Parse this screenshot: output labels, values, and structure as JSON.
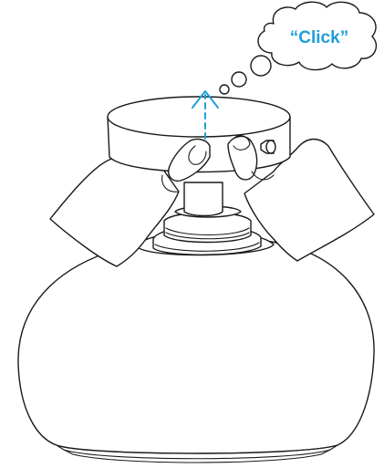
{
  "callout": {
    "text": "“Click”"
  },
  "colors": {
    "accent": "#1e9fd8",
    "line": "#1a1a1a",
    "background": "#ffffff"
  },
  "icons": {
    "arrow": "lift-up-arrow",
    "cloud": "thought-bubble"
  }
}
